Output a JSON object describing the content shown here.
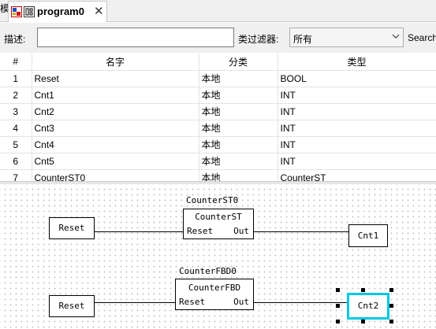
{
  "tabs": {
    "prev_label": "模",
    "active_label": "program0",
    "close_glyph": "✕"
  },
  "filter": {
    "desc_label": "描述:",
    "desc_value": "",
    "class_label": "类过滤器:",
    "class_selected": "所有",
    "search_label": "Search"
  },
  "table": {
    "headers": [
      "#",
      "名字",
      "分类",
      "类型"
    ],
    "rows": [
      {
        "num": "1",
        "name": "Reset",
        "cls": "本地",
        "type": "BOOL"
      },
      {
        "num": "2",
        "name": "Cnt1",
        "cls": "本地",
        "type": "INT"
      },
      {
        "num": "3",
        "name": "Cnt2",
        "cls": "本地",
        "type": "INT"
      },
      {
        "num": "4",
        "name": "Cnt3",
        "cls": "本地",
        "type": "INT"
      },
      {
        "num": "5",
        "name": "Cnt4",
        "cls": "本地",
        "type": "INT"
      },
      {
        "num": "6",
        "name": "Cnt5",
        "cls": "本地",
        "type": "INT"
      },
      {
        "num": "7",
        "name": "CounterST0",
        "cls": "本地",
        "type": "CounterST"
      }
    ]
  },
  "diagram": {
    "block1": {
      "instance": "CounterST0",
      "type": "CounterST",
      "in_pin": "Reset",
      "out_pin": "Out",
      "input_var": "Reset",
      "output_var": "Cnt1"
    },
    "block2": {
      "instance": "CounterFBD0",
      "type": "CounterFBD",
      "in_pin": "Reset",
      "out_pin": "Out",
      "input_var": "Reset",
      "output_var": "Cnt2"
    }
  }
}
